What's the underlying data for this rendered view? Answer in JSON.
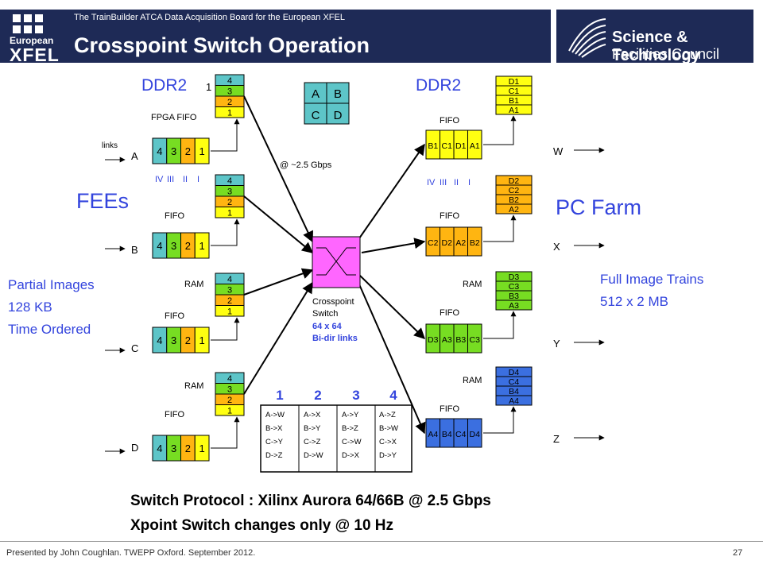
{
  "header": {
    "subtitle": "The TrainBuilder ATCA Data Acquisition Board for the European XFEL",
    "title": "Crosspoint Switch Operation",
    "logo_line1": "European",
    "logo_line2": "XFEL",
    "stfc_line1": "Science & Technology",
    "stfc_line2": "Facilities Council"
  },
  "labels": {
    "ddr2_left": "DDR2",
    "ddr2_right": "DDR2",
    "fpga_fifo": "FPGA FIFO",
    "fifo": "FIFO",
    "ram": "RAM",
    "fees": "FEEs",
    "pc_farm": "PC Farm",
    "links": "links",
    "rate": "@ ~2.5 Gbps",
    "crosspoint1": "Crosspoint",
    "crosspoint2": "Switch",
    "crosspoint3": "64 x 64",
    "crosspoint4": "Bi-dir links",
    "partial1": "Partial Images",
    "partial2": "128 KB",
    "partial3": "Time Ordered",
    "full1": "Full Image Trains",
    "full2": "512 x 2 MB",
    "roman": [
      "IV",
      "III",
      "II",
      "I"
    ]
  },
  "inputs": [
    "A",
    "B",
    "C",
    "D"
  ],
  "outputs": [
    "W",
    "X",
    "Y",
    "Z"
  ],
  "quad": [
    "A",
    "B",
    "C",
    "D"
  ],
  "seq": [
    "4",
    "3",
    "2",
    "1"
  ],
  "right_stacks": [
    [
      "D1",
      "C1",
      "B1",
      "A1"
    ],
    [
      "D2",
      "C2",
      "B2",
      "A2"
    ],
    [
      "D3",
      "C3",
      "B3",
      "A3"
    ],
    [
      "D4",
      "C4",
      "B4",
      "A4"
    ]
  ],
  "right_fifos": [
    [
      "B1",
      "C1",
      "D1",
      "A1"
    ],
    [
      "C2",
      "D2",
      "A2",
      "B2"
    ],
    [
      "D3",
      "A3",
      "B3",
      "C3"
    ],
    [
      "A4",
      "B4",
      "C4",
      "D4"
    ]
  ],
  "table": {
    "headers": [
      "1",
      "2",
      "3",
      "4"
    ],
    "cols": [
      [
        "A->W",
        "B->X",
        "C->Y",
        "D->Z"
      ],
      [
        "A->X",
        "B->Y",
        "C->Z",
        "D->W"
      ],
      [
        "A->Y",
        "B->Z",
        "C->W",
        "D->X"
      ],
      [
        "A->Z",
        "B->W",
        "C->X",
        "D->Y"
      ]
    ]
  },
  "protocol1": "Switch Protocol : Xilinx Aurora 64/66B  @ 2.5 Gbps",
  "protocol2": "Xpoint Switch changes only @ 10 Hz",
  "footer": "Presented by John Coughlan. TWEPP Oxford. September 2012.",
  "page_number": "27",
  "colors": {
    "navy": "#1e2a56",
    "teal": "#5dc5c8",
    "green": "#77dd22",
    "orange": "#ffb511",
    "yellow": "#ffff11",
    "blue": "#3b6fe0",
    "magenta": "#ff66ff",
    "text_blue": "#3344dd"
  }
}
